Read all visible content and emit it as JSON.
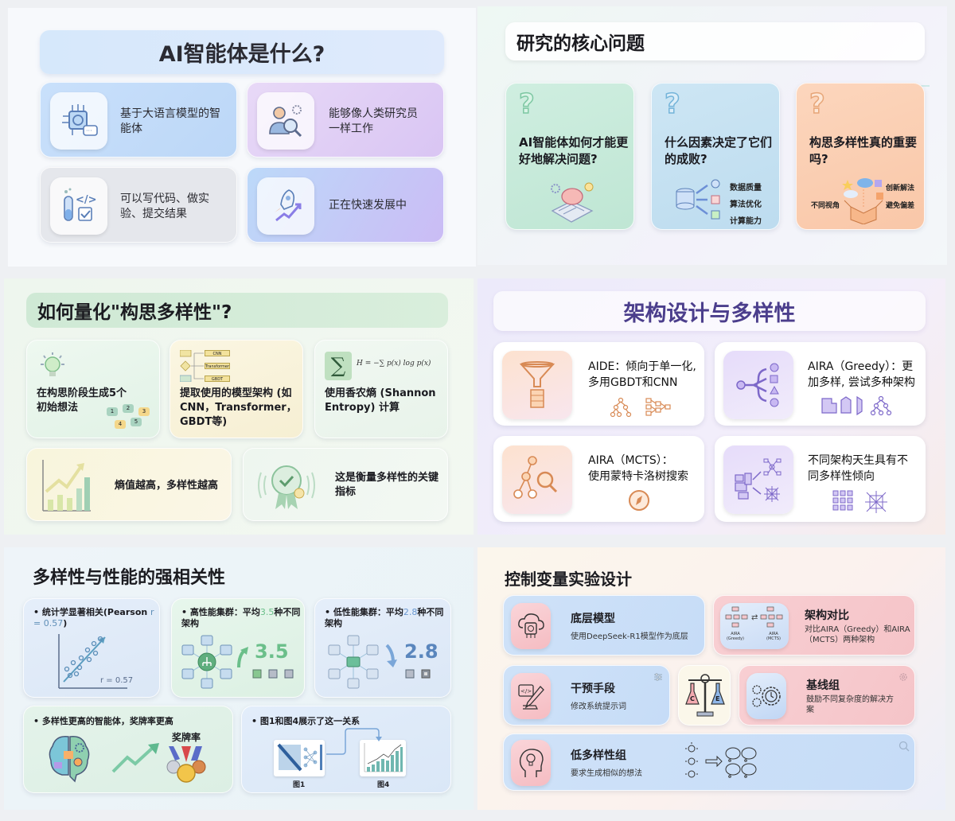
{
  "panel1": {
    "title": "AI智能体是什么?",
    "cards": [
      {
        "text": "基于大语言模型的智能体",
        "icon": "ai-chip-brain-icon"
      },
      {
        "text": "能够像人类研究员一样工作",
        "icon": "researcher-magnifier-icon"
      },
      {
        "text": "可以写代码、做实验、提交结果",
        "icon": "test-tube-code-icon"
      },
      {
        "text": "正在快速发展中",
        "icon": "rocket-growth-icon"
      }
    ]
  },
  "panel2": {
    "title": "研究的核心问题",
    "cards": [
      {
        "question": "AI智能体如何才能更好地解决问题?",
        "icon": "brain-maze-icon",
        "labels": []
      },
      {
        "question": "什么因素决定了它们的成败?",
        "icon": "database-factors-icon",
        "labels": [
          "数据质量",
          "算法优化",
          "计算能力"
        ]
      },
      {
        "question": "构思多样性真的重要吗?",
        "icon": "idea-box-icon",
        "labels": [
          "创新解法",
          "不同视角",
          "避免偏差"
        ]
      }
    ]
  },
  "panel3": {
    "title": "如何量化\"构思多样性\"?",
    "cards": [
      {
        "text": "在构思阶段生成5个初始想法",
        "bubbles": [
          "1",
          "2",
          "3",
          "4",
          "5"
        ]
      },
      {
        "text": "提取使用的模型架构 (如CNN，Transformer，GBDT等)",
        "flow_labels": [
          "CNN",
          "Transformer",
          "GBDT"
        ]
      },
      {
        "text": "使用香农熵 (Shannon Entropy) 计算",
        "formula": "H = −∑ p(x) log p(x)"
      },
      {
        "text": "熵值越高，多样性越高"
      },
      {
        "text": "这是衡量多样性的关键指标"
      }
    ]
  },
  "panel4": {
    "title": "架构设计与多样性",
    "cards": [
      {
        "line1": "AIDE：倾向于单一化,",
        "line2": "多用GBDT和CNN",
        "icon": "funnel-icon"
      },
      {
        "line1": "AIRA（Greedy）：更",
        "line2": "加多样, 尝试多种架构",
        "icon": "branching-icon"
      },
      {
        "line1": "AIRA（MCTS）：",
        "line2": "使用蒙特卡洛树搜索",
        "icon": "tree-search-icon"
      },
      {
        "line1": "不同架构天生具有不",
        "line2": "同多样性倾向",
        "icon": "architecture-network-icon"
      }
    ]
  },
  "panel5": {
    "title": "多样性与性能的强相关性",
    "cards": [
      {
        "pre": "统计学显著相关(Pearson ",
        "hl": "r = 0.57",
        "post": ")",
        "annotation": "r = 0.57"
      },
      {
        "pre": "高性能集群：平均",
        "hl": "3.5",
        "post": "种不同架构",
        "big": "3.5"
      },
      {
        "pre": "低性能集群：平均",
        "hl": "2.8",
        "post": "种不同架构",
        "big": "2.8"
      },
      {
        "text": "多样性更高的智能体，奖牌率更高",
        "medal_label": "奖牌率"
      },
      {
        "text": "图1和图4展示了这一关系",
        "fig_labels": [
          "图1",
          "图4"
        ]
      }
    ]
  },
  "panel6": {
    "title": "控制变量实验设计",
    "cards": [
      {
        "title": "底层模型",
        "desc": "使用DeepSeek-R1模型作为底层"
      },
      {
        "title": "架构对比",
        "desc": "对比AIRA（Greedy）和AIRA（MCTS）两种架构",
        "mini": [
          "AIRA (Greedy)",
          "AIRA (MCTS)"
        ]
      },
      {
        "title": "干预手段",
        "desc": "修改系统提示词"
      },
      {
        "title": "基线组",
        "desc": "鼓励不同复杂度的解决方案"
      },
      {
        "title": "低多样性组",
        "desc": "要求生成相似的想法"
      }
    ],
    "scale_labels": [
      "C",
      "E"
    ]
  },
  "colors": {
    "blue_card": "#cfe4fb",
    "purple_card": "#e2d4f7",
    "green_card": "#cdeede",
    "lightblue_card": "#cde6f3",
    "orange_card": "#fcd0b4",
    "violet_title": "#4b3e8c",
    "pink_card": "#f8cfd3"
  }
}
